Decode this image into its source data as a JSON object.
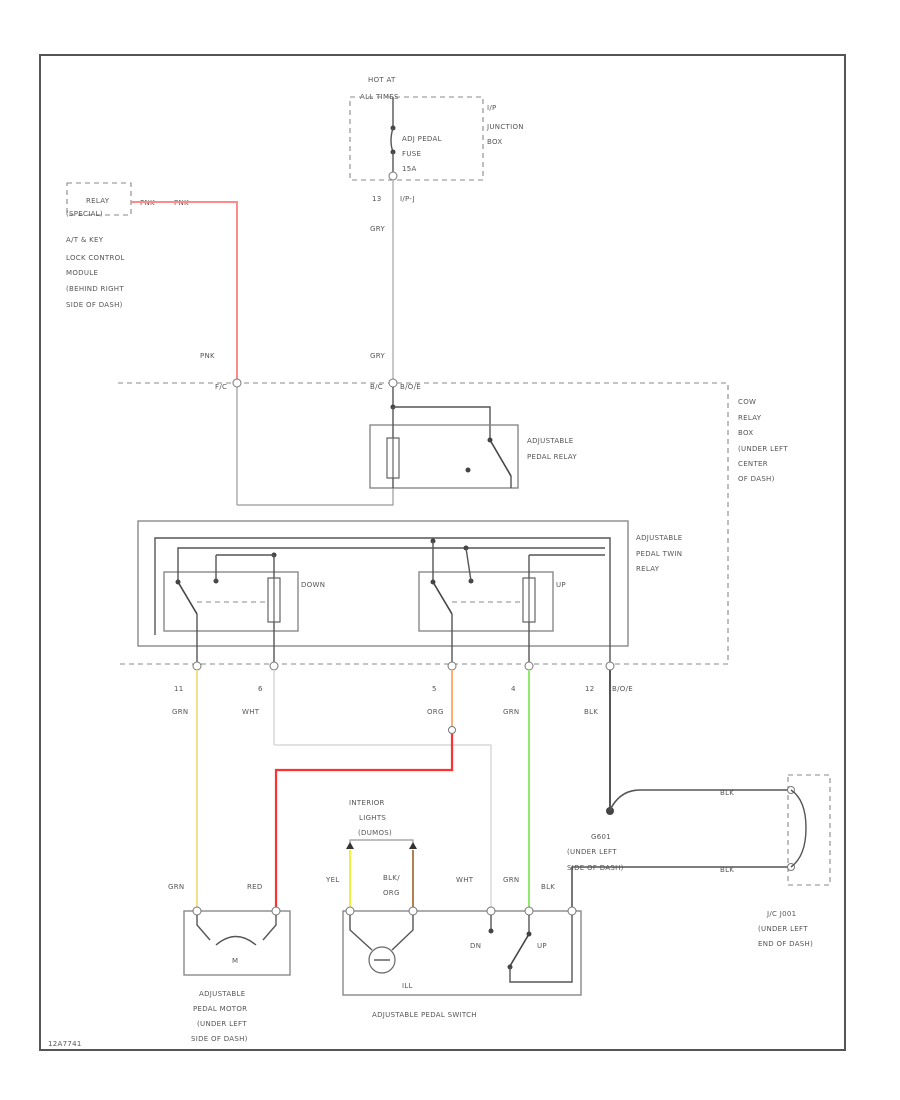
{
  "diagram": {
    "wire_colors": {
      "pink": "#ff8a8a",
      "red": "#ff3030",
      "gray": "#b0b0b0",
      "white": "#d8d8d8",
      "yellow": "#f0e08a",
      "yellow_bright": "#f0f040",
      "orange": "#ffb070",
      "green": "#90e870",
      "black": "#555555",
      "brown": "#b08050"
    },
    "labels": {
      "hot_at": "HOT AT",
      "all_times": "ALL TIMES",
      "ip_junction_box": [
        "I/P",
        "JUNCTION",
        "BOX"
      ],
      "fuse": [
        "ADJ PEDAL",
        "FUSE",
        "15A"
      ],
      "ip_pin": "13",
      "ip_conn": "I/P-J",
      "gry_top": "GRY",
      "gry_mid": "GRY",
      "relay_a": "RELAY",
      "relay_b": "(SPECIAL)",
      "pnk_a": "PNK",
      "pnk_b": "PNK",
      "ats_module": [
        "A/T & KEY",
        "LOCK CONTROL",
        "MODULE",
        "(BEHIND RIGHT",
        "SIDE OF DASH)"
      ],
      "pnk_mid": "PNK",
      "conn_left": "F/C",
      "conn_right": "B/C",
      "conn_right_num": "B/O/E",
      "pedal_relay": [
        "ADJUSTABLE",
        "PEDAL RELAY"
      ],
      "cowl_relay_box": [
        "COW",
        "RELAY",
        "BOX",
        "(UNDER LEFT",
        "CENTER",
        "OF DASH)"
      ],
      "twin_relay": [
        "ADJUSTABLE",
        "PEDAL TWIN",
        "RELAY"
      ],
      "down": "DOWN",
      "up": "UP",
      "pin_11": "11",
      "pin_6": "6",
      "pin_5": "5",
      "pin_4": "4",
      "pin_12": "12",
      "pin_12_conn": "B/O/E",
      "w_grn_1": "GRN",
      "w_wht_1": "WHT",
      "w_org": "ORG",
      "w_grn_2": "GRN",
      "w_blk_1": "BLK",
      "w_blk_2": "BLK",
      "w_blk_3": "BLK",
      "ground_g": [
        "G601",
        "(UNDER LEFT",
        "SIDE OF DASH)"
      ],
      "jc_joint": [
        "J/C J001",
        "(UNDER LEFT",
        "END OF DASH)"
      ],
      "interior_lights": [
        "INTERIOR",
        "LIGHTS",
        "(DUMOS)"
      ],
      "w_yel": "YEL",
      "w_blk_org": [
        "BLK/",
        "ORG"
      ],
      "w_wht_2": "WHT",
      "w_grn_3": "GRN",
      "w_blk_4": "BLK",
      "w_grn_4": "GRN",
      "w_red": "RED",
      "motor_m": "M",
      "dn": "DN",
      "up_sw": "UP",
      "ill": "ILL",
      "motor_label": [
        "ADJUSTABLE",
        "PEDAL MOTOR",
        "(UNDER LEFT",
        "SIDE OF DASH)"
      ],
      "switch_label": "ADJUSTABLE PEDAL SWITCH",
      "figure_id": "12A7741"
    }
  }
}
